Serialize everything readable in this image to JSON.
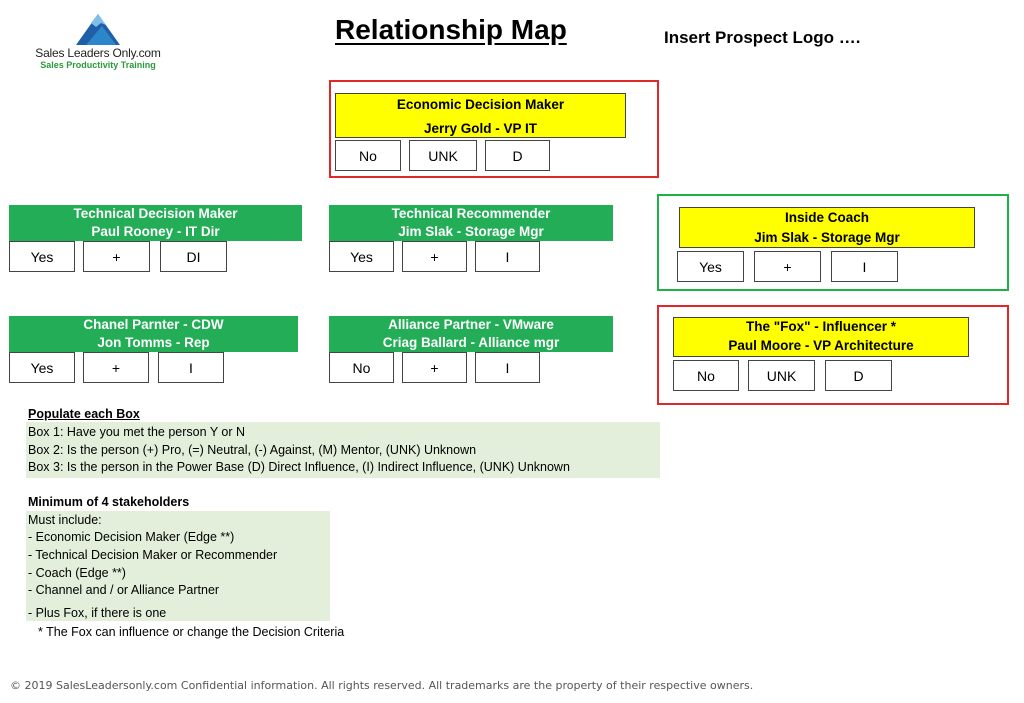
{
  "logo": {
    "brand": "Sales Leaders Only.com",
    "tagline": "Sales Productivity Training",
    "icon": "mountain-icon",
    "color": "#2a9a3a"
  },
  "title": "Relationship Map",
  "prospect_logo": "Insert Prospect Logo ….",
  "colors": {
    "yellow": "#ffff00",
    "green_fill": "#22ad56",
    "red_border": "#e02828",
    "green_border": "#1db14a",
    "note_bg": "#e3efda"
  },
  "stakeholders": {
    "economic": {
      "role": "Economic Decision Maker",
      "person": "Jerry Gold - VP IT",
      "boxes": [
        "No",
        "UNK",
        "D"
      ]
    },
    "technical_dm": {
      "role": "Technical Decision Maker",
      "person": "Paul Rooney - IT Dir",
      "boxes": [
        "Yes",
        "+",
        "DI"
      ]
    },
    "technical_rec": {
      "role": "Technical Recommender",
      "person": "Jim Slak - Storage Mgr",
      "boxes": [
        "Yes",
        "+",
        "I"
      ]
    },
    "coach": {
      "role": "Inside Coach",
      "person": "Jim Slak - Storage Mgr",
      "boxes": [
        "Yes",
        "+",
        "I"
      ]
    },
    "channel": {
      "role": "Chanel Parnter - CDW",
      "person": "Jon Tomms - Rep",
      "boxes": [
        "Yes",
        "+",
        "I"
      ]
    },
    "alliance": {
      "role": "Alliance Partner - VMware",
      "person": "Criag Ballard - Alliance mgr",
      "boxes": [
        "No",
        "+",
        "I"
      ]
    },
    "fox": {
      "role": "The \"Fox\" - Influencer *",
      "person": "Paul Moore - VP Architecture",
      "boxes": [
        "No",
        "UNK",
        "D"
      ]
    }
  },
  "populate": {
    "title": "Populate each Box",
    "lines": [
      "Box 1: Have you met the person Y or N",
      "Box 2: Is the person (+) Pro, (=) Neutral, (-) Against, (M) Mentor, (UNK) Unknown",
      "Box 3: Is the person in the Power Base (D) Direct Influence, (I) Indirect Influence, (UNK) Unknown"
    ]
  },
  "minimum": {
    "title": "Minimum of 4 stakeholders",
    "lines": [
      "Must include:",
      "- Economic Decision Maker (Edge **)",
      "- Technical Decision Maker or Recommender",
      "- Coach (Edge **)",
      "- Channel and / or Alliance Partner",
      "- Plus Fox, if there is one"
    ],
    "footnote": "* The Fox can influence or change the Decision Criteria"
  },
  "footer": "© 2019 SalesLeadersonly.com Confidential information. All rights reserved. All trademarks are the property of their respective owners."
}
